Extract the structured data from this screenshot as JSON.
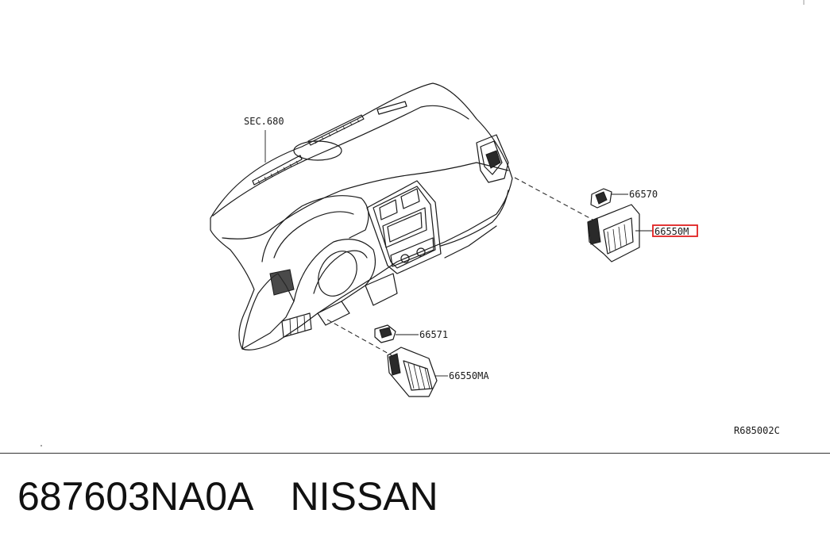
{
  "diagram": {
    "labels": {
      "sec": "SEC.680",
      "part_66570": "66570",
      "part_66550m": "66550M",
      "part_66571": "66571",
      "part_66550ma": "66550MA",
      "ref_code": "R685002C"
    },
    "highlight_color": "#e02020"
  },
  "footer": {
    "part_number": "687603NA0A",
    "brand": "NISSAN"
  }
}
